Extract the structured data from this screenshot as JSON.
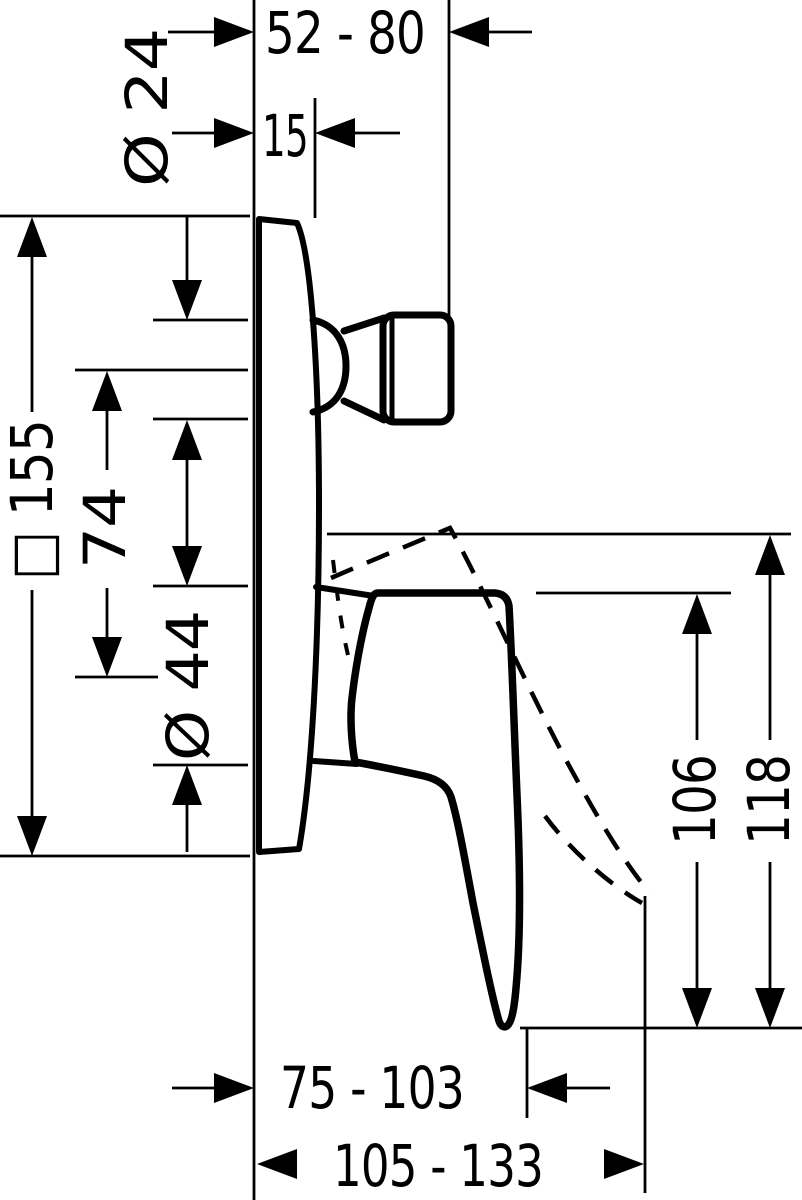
{
  "drawing": {
    "type": "technical-dimension-drawing",
    "subject": "concealed single-lever bath mixer, side elevation",
    "background_color": "#ffffff",
    "line_color": "#000000",
    "dimensions": {
      "wall_depth_range": "52 - 80",
      "plate_projection": "15",
      "stem_diameter": "Ø 24",
      "plate_square_size": "□ 155",
      "stem_to_pivot": "74",
      "base_diameter": "Ø 44",
      "lever_drop_front": "106",
      "lever_drop_back": "118",
      "lever_reach_range": "75 - 103",
      "lever_reach_max_range": "105 - 133"
    }
  }
}
